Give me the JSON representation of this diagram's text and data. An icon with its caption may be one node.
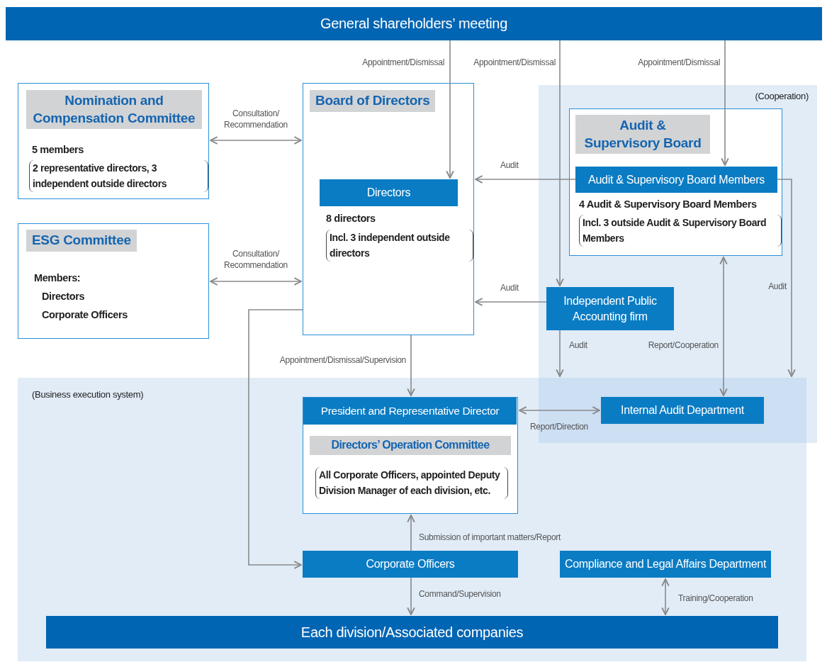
{
  "diagram": {
    "nodes": [
      {
        "text": [
          "General shareholders’ meeting"
        ]
      },
      {
        "text": [
          "Nomination and Compensation Committee",
          "5 members",
          "2 representative directors, 3 independent outside directors"
        ]
      },
      {
        "text": [
          "ESG Committee",
          "Members:",
          "Directors",
          "Corporate Officers"
        ]
      },
      {
        "text": [
          "Board of Directors",
          "8 directors",
          "Incl. 3 independent outside directors"
        ]
      },
      {
        "text": [
          "Directors"
        ],
        "in": 3
      },
      {
        "text": [
          "(Cooperation)"
        ]
      },
      {
        "text": [
          "Audit & Supervisory Board",
          "4 Audit & Supervisory Board Members",
          "Incl. 3 outside Audit & Supervisory Board Members"
        ],
        "in": 5
      },
      {
        "text": [
          "Audit & Supervisory Board Members"
        ],
        "in": 6
      },
      {
        "text": [
          "Independent Public Accounting firm"
        ],
        "in": 5
      },
      {
        "text": [
          "(Business execution system)"
        ]
      },
      {
        "text": [
          "President and Representative Director",
          "Directors’ Operation Committee",
          "All Corporate Officers, appointed Deputy Division Manager of each division, etc."
        ],
        "in": 9
      },
      {
        "text": [
          "Internal Audit Department"
        ]
      },
      {
        "text": [
          "Corporate Officers"
        ],
        "in": 9
      },
      {
        "text": [
          "Compliance and Legal Affairs Department"
        ],
        "in": 9
      },
      {
        "text": [
          "Each division/Associated companies"
        ],
        "in": 9
      }
    ],
    "edges": [
      {
        "from": 0,
        "to": 4,
        "arrow": "to",
        "label": "Appointment/Dismissal"
      },
      {
        "from": 0,
        "to": 8,
        "arrow": "to",
        "label": "Appointment/Dismissal"
      },
      {
        "from": 0,
        "to": 7,
        "arrow": "to",
        "label": "Appointment/Dismissal"
      },
      {
        "from": 1,
        "to": 3,
        "arrow": "both",
        "label": "Consultation/ Recommendation"
      },
      {
        "from": 2,
        "to": 3,
        "arrow": "both",
        "label": "Consultation/ Recommendation"
      },
      {
        "from": 7,
        "to": 3,
        "arrow": "to",
        "label": "Audit"
      },
      {
        "from": 8,
        "to": 3,
        "arrow": "to",
        "label": "Audit"
      },
      {
        "from": 3,
        "to": 10,
        "arrow": "to",
        "label": "Appointment/Dismissal/Supervision"
      },
      {
        "from": 3,
        "to": 12,
        "arrow": "to"
      },
      {
        "from": 8,
        "to": 9,
        "arrow": "to",
        "label": "Audit"
      },
      {
        "from": 7,
        "to": 9,
        "arrow": "to",
        "label": "Audit"
      },
      {
        "from": 6,
        "to": 11,
        "arrow": "both",
        "label": "Report/Cooperation"
      },
      {
        "from": 10,
        "to": 11,
        "arrow": "both",
        "label": "Report/Direction"
      },
      {
        "from": 12,
        "to": 10,
        "arrow": "to",
        "label": "Submission of important matters/Report"
      },
      {
        "from": 12,
        "to": 14,
        "arrow": "to",
        "label": "Command/Supervision"
      },
      {
        "from": 13,
        "to": 14,
        "arrow": "both",
        "label": "Training/Cooperation"
      }
    ]
  }
}
